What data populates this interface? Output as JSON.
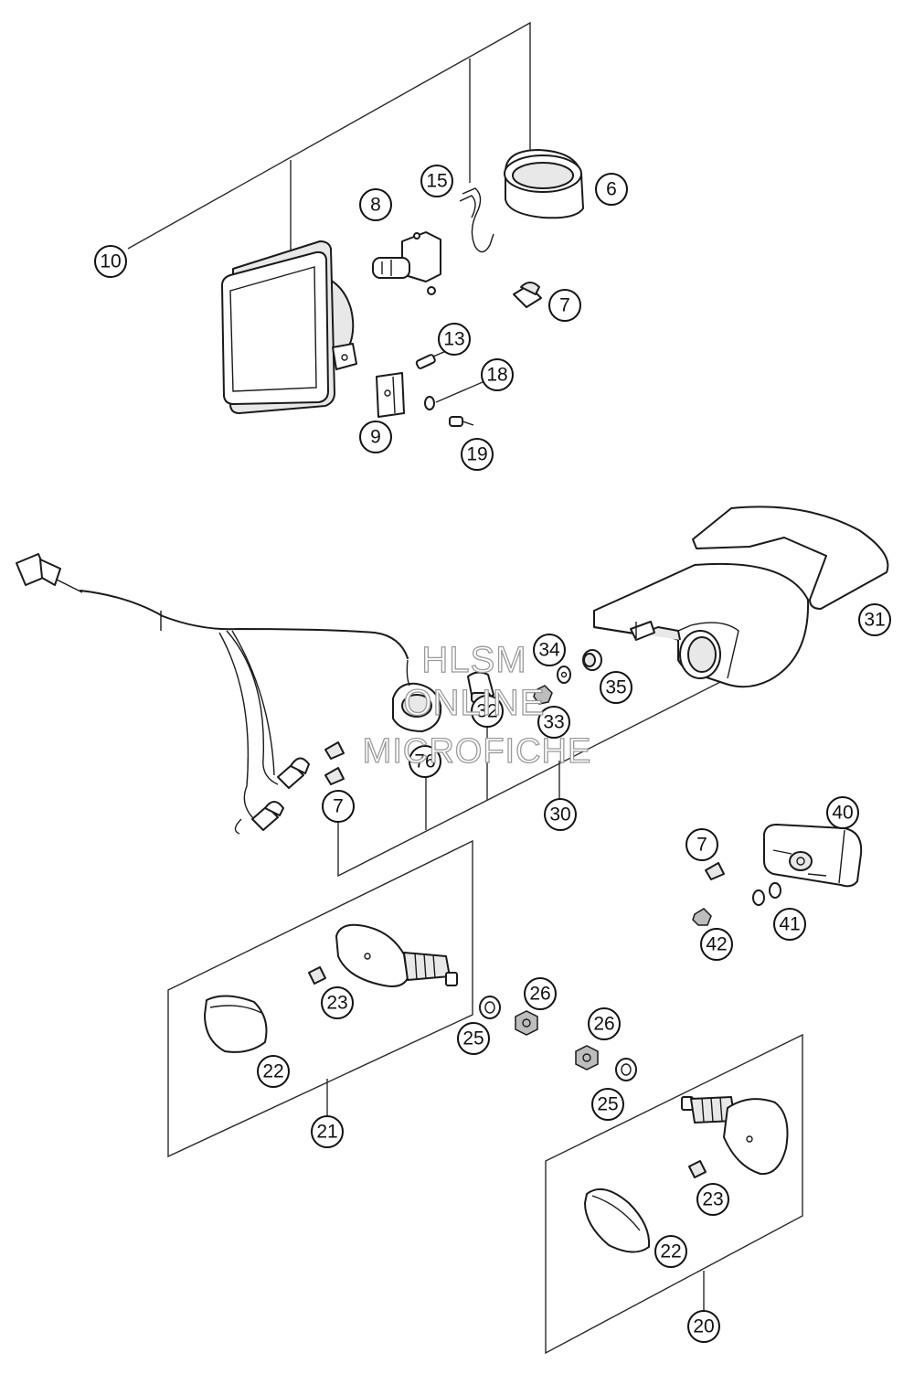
{
  "watermark": {
    "line1": "HLSM",
    "line2": "ONLINE",
    "line3": "MICROFICHE"
  },
  "callouts": {
    "c10": "10",
    "c15": "15",
    "c6": "6",
    "c8": "8",
    "c7a": "7",
    "c13": "13",
    "c18": "18",
    "c9": "9",
    "c19": "19",
    "c31": "31",
    "c34": "34",
    "c35": "35",
    "c32": "32",
    "c33": "33",
    "c76": "76",
    "c7b": "7",
    "c30": "30",
    "c40": "40",
    "c7c": "7",
    "c41": "41",
    "c42": "42",
    "c26a": "26",
    "c23a": "23",
    "c25a": "25",
    "c26b": "26",
    "c22a": "22",
    "c25b": "25",
    "c21": "21",
    "c23b": "23",
    "c22b": "22",
    "c20": "20"
  }
}
